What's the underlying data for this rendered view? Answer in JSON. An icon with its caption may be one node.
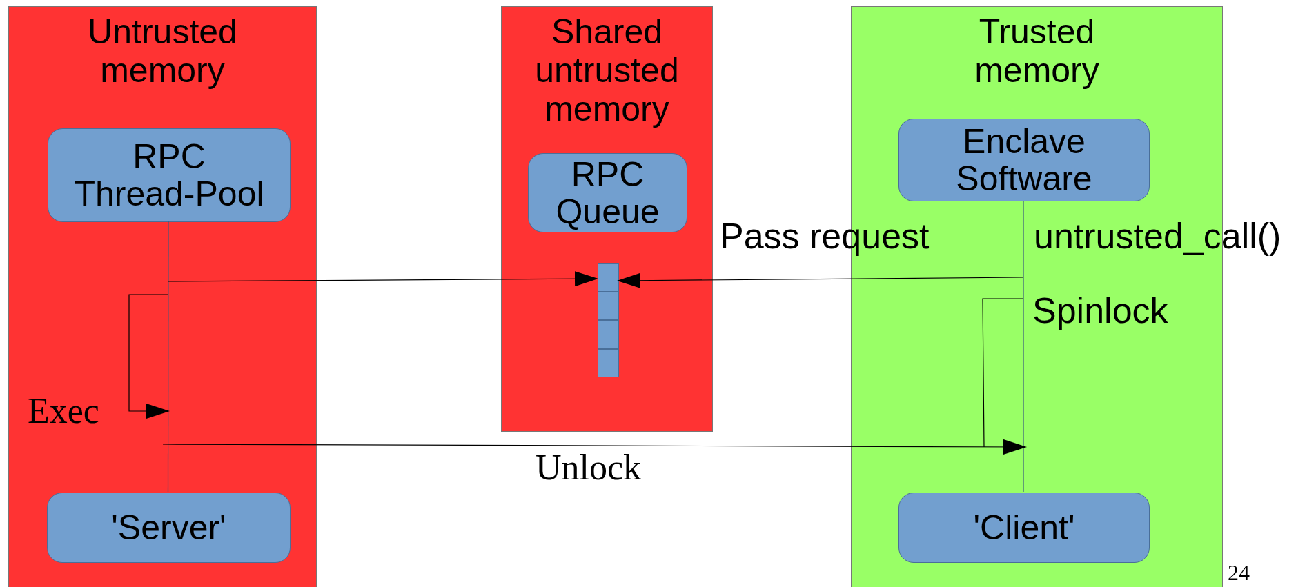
{
  "diagram": {
    "nodes": [
      {
        "text": [
          "Untrusted memory"
        ]
      },
      {
        "text": [
          "RPC Thread-Pool"
        ],
        "in": 0
      },
      {
        "text": [
          "'Server'"
        ],
        "in": 0
      },
      {
        "text": [
          "Shared untrusted memory"
        ]
      },
      {
        "text": [
          "RPC Queue"
        ],
        "in": 3
      },
      {
        "text": [],
        "shape": "box",
        "in": 3
      },
      {
        "text": [],
        "shape": "box",
        "in": 3
      },
      {
        "text": [],
        "shape": "box",
        "in": 3
      },
      {
        "text": [],
        "shape": "box",
        "in": 3
      },
      {
        "text": [
          "Trusted memory"
        ]
      },
      {
        "text": [
          "Enclave Software"
        ],
        "in": 9
      },
      {
        "text": [
          "'Client'"
        ],
        "in": 9
      }
    ],
    "edges": [
      {
        "from": 1,
        "to": 2,
        "arrow": "none",
        "color": "#3a5a80"
      },
      {
        "from": 10,
        "to": 11,
        "arrow": "none",
        "color": "#3a5a80"
      },
      {
        "from": 1,
        "to": 5,
        "arrow": "to",
        "color": "#000000"
      },
      {
        "from": 10,
        "to": 5,
        "arrow": "to",
        "label": "Pass request",
        "color": "#000000"
      }
    ],
    "labels": [
      "untrusted_call()",
      "Spinlock",
      "Exec",
      "Unlock",
      "24"
    ]
  }
}
